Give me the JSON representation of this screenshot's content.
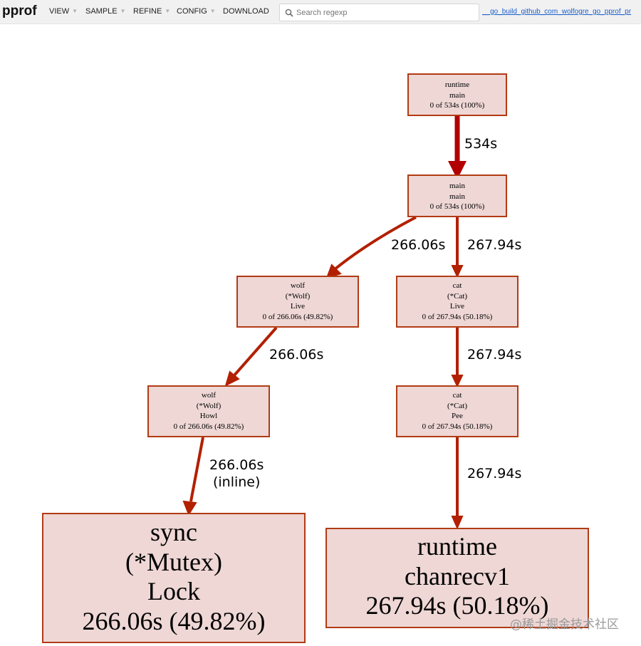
{
  "header": {
    "logo": "pprof",
    "menu": [
      {
        "label": "VIEW"
      },
      {
        "label": "SAMPLE"
      },
      {
        "label": "REFINE"
      },
      {
        "label": "CONFIG"
      },
      {
        "label": "DOWNLOAD"
      }
    ],
    "search_placeholder": "Search regexp",
    "profile_link": "__go_build_github_com_wolfogre_go_pprof_pr"
  },
  "graph": {
    "nodes": {
      "runtime_main": {
        "lines": [
          "runtime",
          "main",
          "0 of 534s (100%)"
        ]
      },
      "main_main": {
        "lines": [
          "main",
          "main",
          "0 of 534s (100%)"
        ]
      },
      "wolf_live": {
        "lines": [
          "wolf",
          "(*Wolf)",
          "Live",
          "0 of 266.06s (49.82%)"
        ]
      },
      "cat_live": {
        "lines": [
          "cat",
          "(*Cat)",
          "Live",
          "0 of 267.94s (50.18%)"
        ]
      },
      "wolf_howl": {
        "lines": [
          "wolf",
          "(*Wolf)",
          "Howl",
          "0 of 266.06s (49.82%)"
        ]
      },
      "cat_pee": {
        "lines": [
          "cat",
          "(*Cat)",
          "Pee",
          "0 of 267.94s (50.18%)"
        ]
      },
      "sync_lock": {
        "lines": [
          "sync",
          "(*Mutex)",
          "Lock",
          "266.06s (49.82%)"
        ]
      },
      "runtime_chanrecv1": {
        "lines": [
          "runtime",
          "chanrecv1",
          "267.94s (50.18%)"
        ]
      }
    },
    "edges": [
      {
        "from": "runtime_main",
        "to": "main_main",
        "label": [
          "534s"
        ]
      },
      {
        "from": "main_main",
        "to": "wolf_live",
        "label": [
          "266.06s"
        ]
      },
      {
        "from": "main_main",
        "to": "cat_live",
        "label": [
          "267.94s"
        ]
      },
      {
        "from": "wolf_live",
        "to": "wolf_howl",
        "label": [
          "266.06s"
        ]
      },
      {
        "from": "cat_live",
        "to": "cat_pee",
        "label": [
          "267.94s"
        ]
      },
      {
        "from": "wolf_howl",
        "to": "sync_lock",
        "label": [
          "266.06s",
          "(inline)"
        ]
      },
      {
        "from": "cat_pee",
        "to": "runtime_chanrecv1",
        "label": [
          "267.94s"
        ]
      }
    ]
  },
  "colors": {
    "node_fill": "#eed7d5",
    "node_border": "#b23b14",
    "edge_heavy": "#b20000",
    "edge_medium": "#b22000"
  },
  "watermark": "@稀土掘金技术社区"
}
